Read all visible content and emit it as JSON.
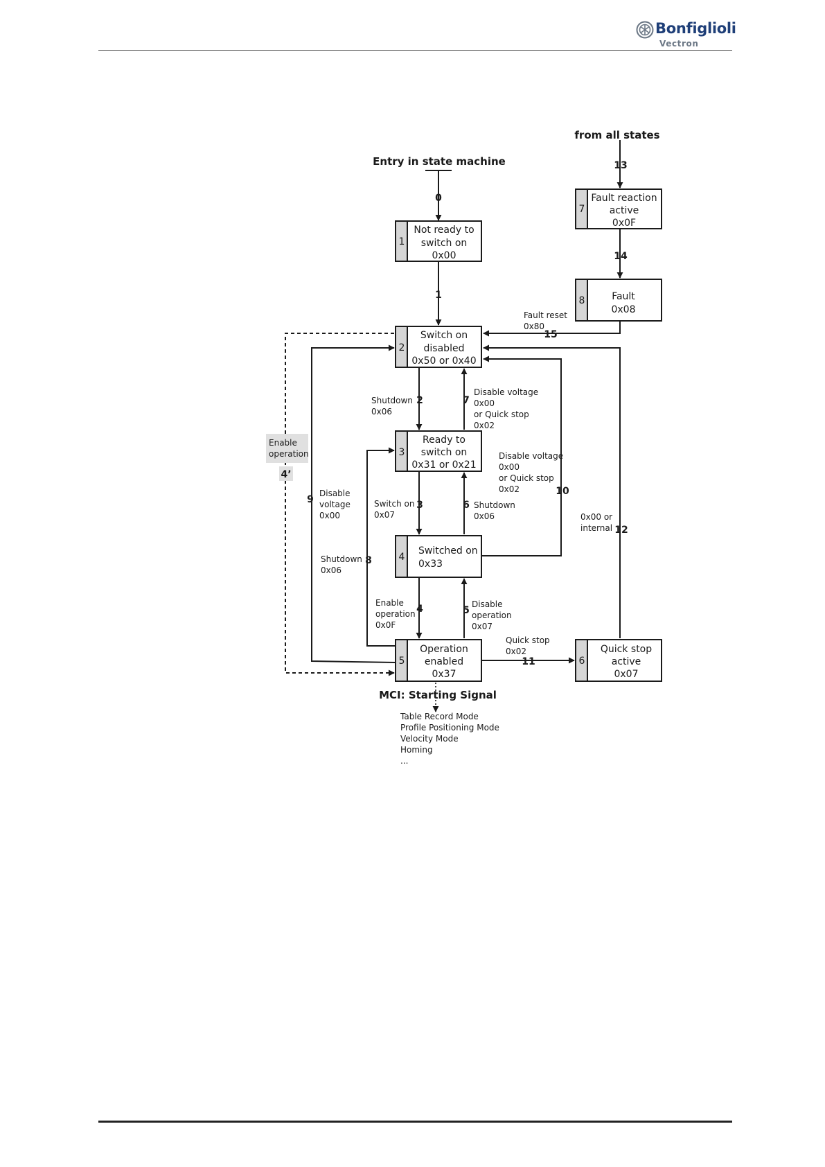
{
  "header": {
    "logo_name": "Bonfiglioli",
    "logo_sub": "Vectron",
    "logo_icon": "bonfiglioli-gear-logo",
    "accent_color": "#1f3f78"
  },
  "diagram": {
    "entry_title": "Entry in state machine",
    "from_all_states": "from all states",
    "mci_title": "MCI: Starting Signal",
    "modes": [
      "Table Record Mode",
      "Profile Positioning Mode",
      "Velocity Mode",
      "Homing",
      "..."
    ],
    "states": {
      "s1": {
        "index": "1",
        "lines": [
          "Not ready to",
          "switch on",
          "0x00"
        ]
      },
      "s2": {
        "index": "2",
        "lines": [
          "Switch on",
          "disabled",
          "0x50 or 0x40"
        ]
      },
      "s3": {
        "index": "3",
        "lines": [
          "Ready to",
          "switch on",
          "0x31 or 0x21"
        ]
      },
      "s4": {
        "index": "4",
        "lines": [
          "Switched on",
          "0x33"
        ]
      },
      "s5": {
        "index": "5",
        "lines": [
          "Operation",
          "enabled",
          "0x37"
        ]
      },
      "s6": {
        "index": "6",
        "lines": [
          "Quick stop",
          "active",
          "0x07"
        ]
      },
      "s7": {
        "index": "7",
        "lines": [
          "Fault reaction",
          "active",
          "0x0F"
        ]
      },
      "s8": {
        "index": "8",
        "lines": [
          "Fault",
          "0x08"
        ]
      }
    },
    "transitions": {
      "t0": {
        "num": "0"
      },
      "t1": {
        "num": "1"
      },
      "t2": {
        "num": "2",
        "lines": [
          "Shutdown",
          "0x06"
        ]
      },
      "t3": {
        "num": "3",
        "lines": [
          "Switch on",
          "0x07"
        ]
      },
      "t4": {
        "num": "4",
        "lines": [
          "Enable",
          "operation",
          "0x0F"
        ]
      },
      "t4p": {
        "num": "4’",
        "lines": [
          "Enable",
          "operation"
        ]
      },
      "t5": {
        "num": "5",
        "lines": [
          "Disable",
          "operation",
          "0x07"
        ]
      },
      "t6": {
        "num": "6",
        "lines": [
          "Shutdown",
          "0x06"
        ]
      },
      "t7": {
        "num": "7",
        "lines": [
          "Disable voltage",
          "0x00",
          "or Quick stop",
          "0x02"
        ]
      },
      "t8": {
        "num": "8",
        "lines": [
          "Shutdown",
          "0x06"
        ]
      },
      "t9": {
        "num": "9",
        "lines": [
          "Disable",
          "voltage",
          "0x00"
        ]
      },
      "t10": {
        "num": "10",
        "lines": [
          "Disable voltage",
          "0x00",
          "or Quick stop",
          "0x02"
        ]
      },
      "t11": {
        "num": "11",
        "lines": [
          "Quick stop",
          "0x02"
        ]
      },
      "t12": {
        "num": "12",
        "lines": [
          "0x00 or",
          "internal"
        ]
      },
      "t13": {
        "num": "13"
      },
      "t14": {
        "num": "14"
      },
      "t15": {
        "num": "15",
        "lines": [
          "Fault reset",
          "0x80"
        ]
      }
    }
  }
}
